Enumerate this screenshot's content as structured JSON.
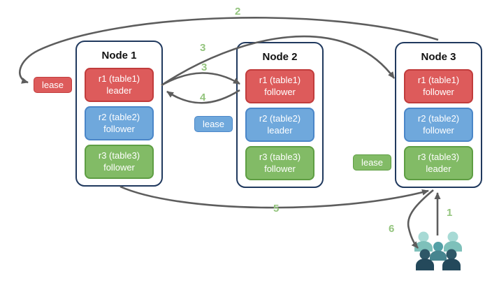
{
  "diagram": {
    "nodes": [
      {
        "title": "Node 1",
        "replicas": [
          {
            "label": "r1 (table1)",
            "role": "leader",
            "color": "red"
          },
          {
            "label": "r2 (table2)",
            "role": "follower",
            "color": "blue"
          },
          {
            "label": "r3 (table3)",
            "role": "follower",
            "color": "green"
          }
        ]
      },
      {
        "title": "Node 2",
        "replicas": [
          {
            "label": "r1 (table1)",
            "role": "follower",
            "color": "red"
          },
          {
            "label": "r2 (table2)",
            "role": "leader",
            "color": "blue"
          },
          {
            "label": "r3 (table3)",
            "role": "follower",
            "color": "green"
          }
        ]
      },
      {
        "title": "Node 3",
        "replicas": [
          {
            "label": "r1 (table1)",
            "role": "follower",
            "color": "red"
          },
          {
            "label": "r2 (table2)",
            "role": "follower",
            "color": "blue"
          },
          {
            "label": "r3 (table3)",
            "role": "leader",
            "color": "green"
          }
        ]
      }
    ],
    "leases": [
      {
        "label": "lease",
        "color": "red"
      },
      {
        "label": "lease",
        "color": "blue"
      },
      {
        "label": "lease",
        "color": "green"
      }
    ],
    "steps": {
      "one": "1",
      "two": "2",
      "three_a": "3",
      "three_b": "3",
      "four": "4",
      "five": "5",
      "six": "6"
    },
    "icons": [
      "users-icon"
    ],
    "colors": {
      "replica_red": "#DD5B5B",
      "replica_red_border": "#C13C3C",
      "replica_blue": "#6FA8DC",
      "replica_blue_border": "#4A86C8",
      "replica_green": "#82BB66",
      "replica_green_border": "#5E9E43",
      "node_border": "#20395E",
      "arrow": "#5D5D5D",
      "step_label": "#93C47D",
      "users_light": "#A7DAD5",
      "users_light_body": "#7EC0BA",
      "users_mid": "#54A0A6",
      "users_mid_body": "#47858F",
      "users_dark": "#2E5767",
      "users_dark_body": "#24495B"
    }
  }
}
